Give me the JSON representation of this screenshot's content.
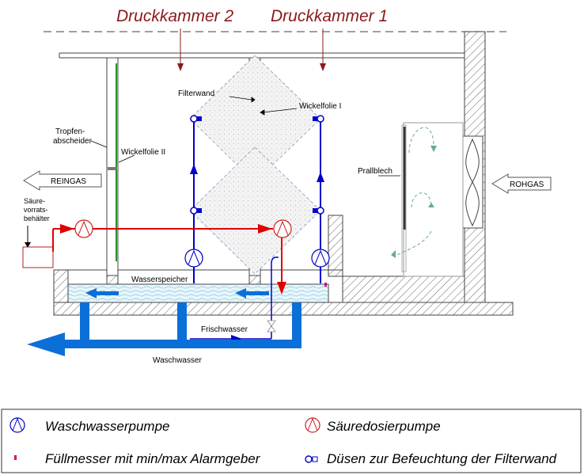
{
  "headers": {
    "chamber2": "Druckkammer 2",
    "chamber1": "Druckkammer 1"
  },
  "labels": {
    "filterwand": "Filterwand",
    "wickelfolie1": "Wickelfolie I",
    "wickelfolie2": "Wickelfolie II",
    "tropfen1": "Tropfen-",
    "tropfen2": "abscheider",
    "reingas": "REINGAS",
    "rohgas": "ROHGAS",
    "prallblech": "Prallblech",
    "saeure1": "Säure-",
    "saeure2": "vorrats-",
    "saeure3": "behälter",
    "wasserspeicher": "Wasserspeicher",
    "frischwasser": "Frischwasser",
    "waschwasser": "Waschwasser"
  },
  "legend": {
    "waschwasserpumpe": "Waschwasserpumpe",
    "saeuredosierpumpe": "Säuredosierpumpe",
    "fuellmesser": "Füllmesser mit  min/max Alarmgeber",
    "duesen": "Düsen zur Befeuchtung der Filterwand"
  },
  "colors": {
    "header": "#8b1a1a",
    "water": "#0b6fd8",
    "pipe_blue": "#0000cc",
    "acid_red": "#e00000",
    "green_film": "#2e8b2e",
    "alarm_magenta": "#e0007a",
    "hatch": "#555555"
  }
}
